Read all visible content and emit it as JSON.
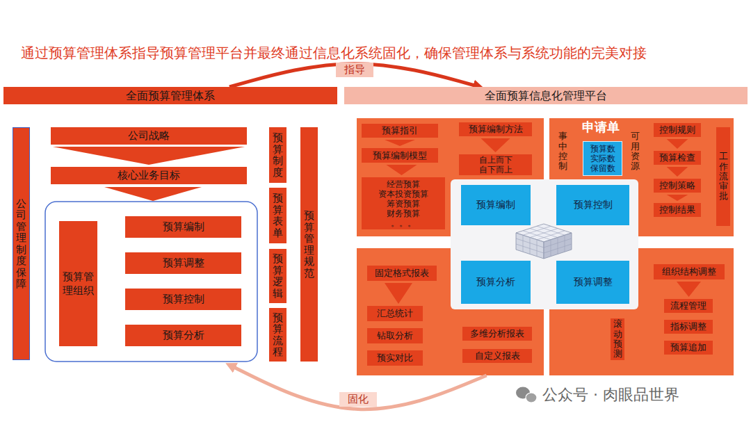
{
  "diagram": {
    "title": "通过预算管理体系指导预算管理平台并最终通过信息化系统固化，确保管理体系与系统功能的完美对接",
    "nodes": [
      {
        "text": [
          "全面预算管理体系"
        ]
      },
      {
        "text": [
          "公司管理制度保障"
        ],
        "in": 0
      },
      {
        "text": [
          "公司战略"
        ],
        "in": 0
      },
      {
        "text": [
          "核心业务目标"
        ],
        "in": 0
      },
      {
        "text": [
          "预算管理组织"
        ],
        "in": 0
      },
      {
        "text": [
          "预算编制"
        ],
        "in": 0
      },
      {
        "text": [
          "预算调整"
        ],
        "in": 0
      },
      {
        "text": [
          "预算控制"
        ],
        "in": 0
      },
      {
        "text": [
          "预算分析"
        ],
        "in": 0
      },
      {
        "text": [
          "预算制度"
        ],
        "in": 0
      },
      {
        "text": [
          "预算表单"
        ],
        "in": 0
      },
      {
        "text": [
          "预算逻辑"
        ],
        "in": 0
      },
      {
        "text": [
          "预算流程"
        ],
        "in": 0
      },
      {
        "text": [
          "预算管理规范"
        ],
        "in": 0
      },
      {
        "text": [
          "全面预算信息化管理平台"
        ]
      },
      {
        "text": [
          "预算指引"
        ],
        "in": 14
      },
      {
        "text": [
          "预算编制模型"
        ],
        "in": 14
      },
      {
        "text": [
          "经营预算",
          "资本投资预算",
          "筹资预算",
          "财务预算",
          "。。。"
        ],
        "in": 14
      },
      {
        "text": [
          "预算编制方法"
        ],
        "in": 14
      },
      {
        "text": [
          "自上而下",
          "自下而上"
        ],
        "in": 14
      },
      {
        "text": [
          "申请单"
        ],
        "in": 14
      },
      {
        "text": [
          "事中控制"
        ],
        "in": 14
      },
      {
        "text": [
          "预算数",
          "实际数",
          "保留数"
        ],
        "in": 14
      },
      {
        "text": [
          "可用资源"
        ],
        "in": 14
      },
      {
        "text": [
          "控制规则"
        ],
        "in": 14
      },
      {
        "text": [
          "预算检查"
        ],
        "in": 14
      },
      {
        "text": [
          "控制策略"
        ],
        "in": 14
      },
      {
        "text": [
          "控制结果"
        ],
        "in": 14
      },
      {
        "text": [
          "工作流审批"
        ],
        "in": 14
      },
      {
        "text": [
          "预算编制"
        ],
        "in": 14
      },
      {
        "text": [
          "预算控制"
        ],
        "in": 14
      },
      {
        "text": [
          "预算分析"
        ],
        "in": 14
      },
      {
        "text": [
          "预算调整"
        ],
        "in": 14
      },
      {
        "text": [
          "固定格式报表"
        ],
        "in": 14
      },
      {
        "text": [
          "汇总统计"
        ],
        "in": 14
      },
      {
        "text": [
          "钻取分析"
        ],
        "in": 14
      },
      {
        "text": [
          "预实对比"
        ],
        "in": 14
      },
      {
        "text": [
          "多维分析报表"
        ],
        "in": 14
      },
      {
        "text": [
          "自定义报表"
        ],
        "in": 14
      },
      {
        "text": [
          "组织结构调整"
        ],
        "in": 14
      },
      {
        "text": [
          "流程管理"
        ],
        "in": 14
      },
      {
        "text": [
          "指标调整"
        ],
        "in": 14
      },
      {
        "text": [
          "预算追加"
        ],
        "in": 14
      },
      {
        "text": [
          "滚动预测"
        ],
        "in": 14
      }
    ],
    "edges": [
      {
        "from": 0,
        "to": 14,
        "label": "指导",
        "arrow": "to"
      },
      {
        "from": 14,
        "to": 0,
        "label": "固化",
        "arrow": "to"
      },
      {
        "from": 2,
        "to": 3,
        "arrow": "to"
      },
      {
        "from": 15,
        "to": 16,
        "arrow": "to"
      },
      {
        "from": 16,
        "to": 17,
        "arrow": "to"
      },
      {
        "from": 18,
        "to": 19,
        "arrow": "to"
      },
      {
        "from": 24,
        "to": 25,
        "arrow": "to"
      },
      {
        "from": 25,
        "to": 26,
        "arrow": "to"
      },
      {
        "from": 26,
        "to": 27,
        "arrow": "to"
      },
      {
        "from": 33,
        "to": 34,
        "arrow": "to"
      },
      {
        "from": 39,
        "to": 40,
        "arrow": "to"
      }
    ],
    "labels": [
      "公众号 · 肉眼品世界"
    ]
  }
}
